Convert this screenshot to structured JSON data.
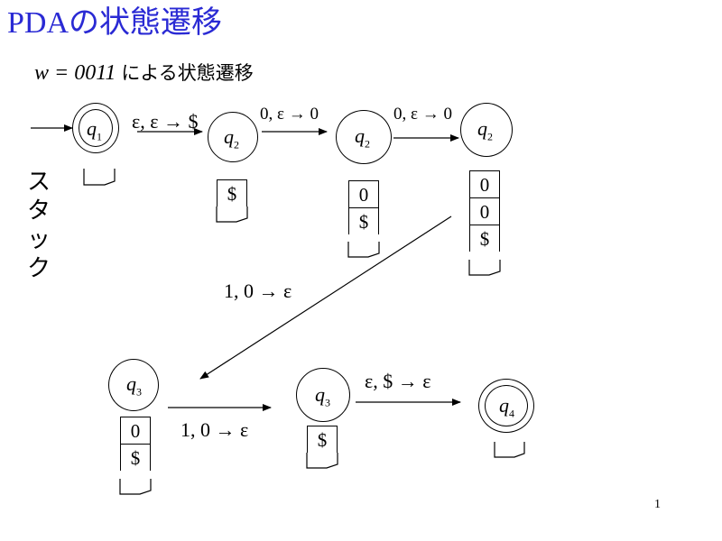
{
  "slide": {
    "title": "PDAの状態遷移",
    "subtitle_math": "w = 0011",
    "subtitle_text": "による状態遷移",
    "stack_label_chars": [
      "ス",
      "タ",
      "ッ",
      "ク"
    ],
    "page_number": "1"
  },
  "states": [
    {
      "name": "q",
      "sub": "1",
      "accepting": true
    },
    {
      "name": "q",
      "sub": "2",
      "accepting": false
    },
    {
      "name": "q",
      "sub": "2",
      "accepting": false
    },
    {
      "name": "q",
      "sub": "2",
      "accepting": false
    },
    {
      "name": "q",
      "sub": "3",
      "accepting": false
    },
    {
      "name": "q",
      "sub": "3",
      "accepting": false
    },
    {
      "name": "q",
      "sub": "4",
      "accepting": true
    }
  ],
  "transitions": [
    {
      "label": "ε, ε → $"
    },
    {
      "label": "0, ε → 0"
    },
    {
      "label": "0, ε → 0"
    },
    {
      "label": "1, 0 → ε"
    },
    {
      "label": "1, 0 → ε"
    },
    {
      "label": "ε, $ → ε"
    }
  ],
  "stacks": [
    [],
    [
      "$"
    ],
    [
      "0",
      "$"
    ],
    [
      "0",
      "0",
      "$"
    ],
    [
      "0",
      "$"
    ],
    [
      "$"
    ],
    []
  ]
}
